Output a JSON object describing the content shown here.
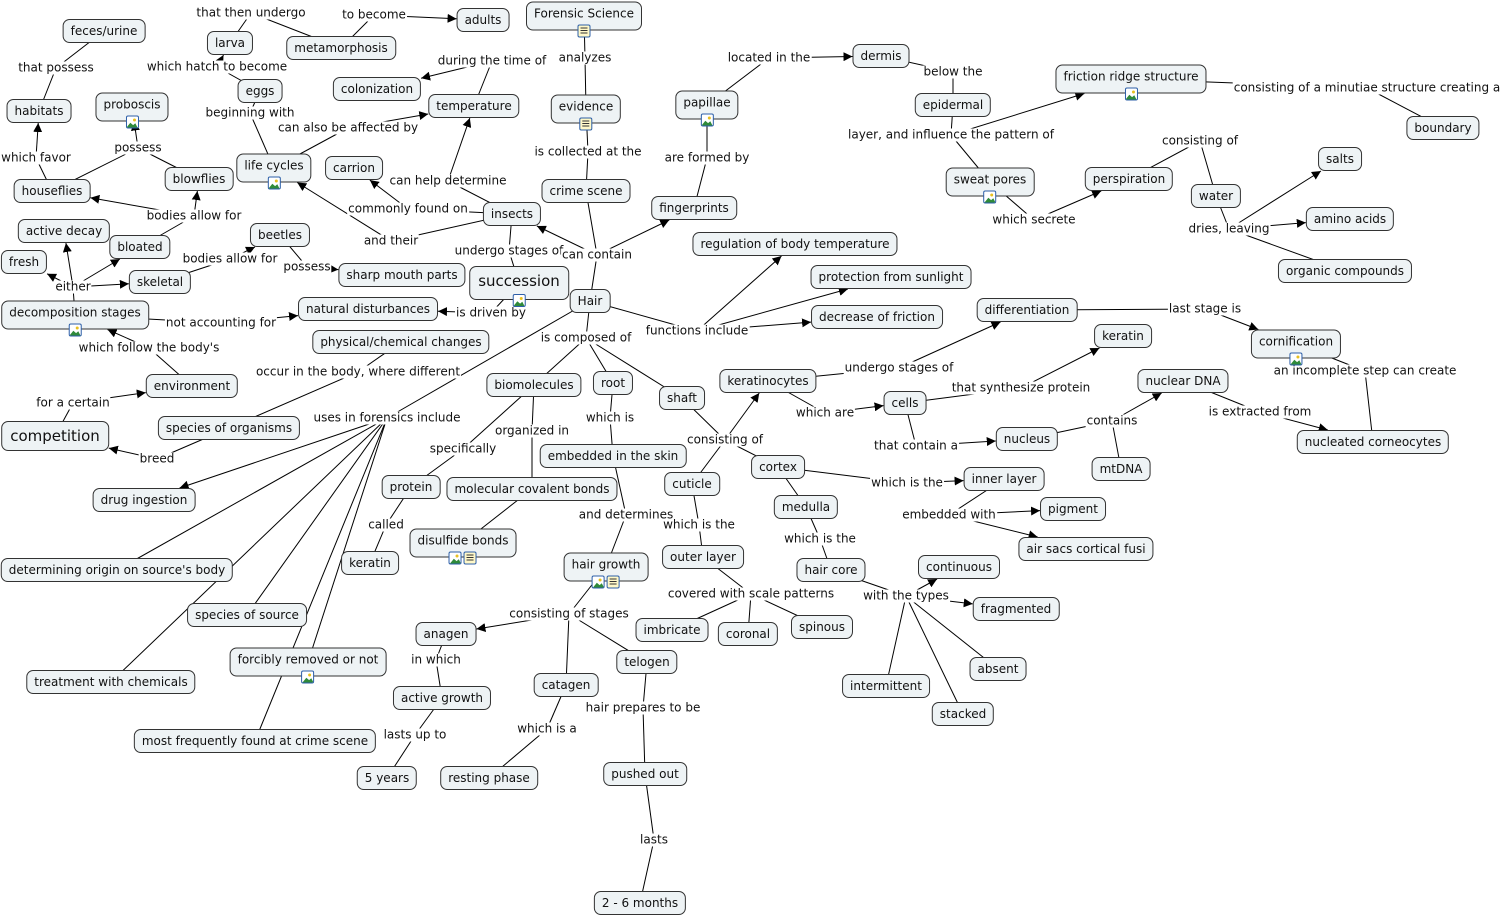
{
  "title": "Forensic Science - Hair concept map",
  "colors": {
    "node_fill": "#eef3f5",
    "node_border": "#333333",
    "line": "#000000",
    "icon_border": "#2d5fa8"
  },
  "nodes": {
    "feces": {
      "text": "feces/urine"
    },
    "larva": {
      "text": "larva"
    },
    "metamorphosis": {
      "text": "metamorphosis"
    },
    "adults": {
      "text": "adults"
    },
    "forensic": {
      "text": "Forensic Science",
      "icons": [
        "document-icon"
      ]
    },
    "habitats": {
      "text": "habitats"
    },
    "proboscis": {
      "text": "proboscis",
      "icons": [
        "image-icon"
      ]
    },
    "eggs": {
      "text": "eggs"
    },
    "colonization": {
      "text": "colonization"
    },
    "temperature": {
      "text": "temperature"
    },
    "evidence": {
      "text": "evidence",
      "icons": [
        "document-icon"
      ]
    },
    "papillae": {
      "text": "papillae",
      "icons": [
        "image-icon"
      ]
    },
    "dermis": {
      "text": "dermis"
    },
    "friction": {
      "text": "friction ridge structure",
      "icons": [
        "image-icon"
      ]
    },
    "boundary": {
      "text": "boundary"
    },
    "epidermal": {
      "text": "epidermal"
    },
    "houseflies": {
      "text": "houseflies"
    },
    "blowflies": {
      "text": "blowflies"
    },
    "lifecycles": {
      "text": "life cycles",
      "icons": [
        "image-icon"
      ]
    },
    "carrion": {
      "text": "carrion"
    },
    "insects": {
      "text": "insects"
    },
    "crimescene": {
      "text": "crime scene"
    },
    "fingerprints": {
      "text": "fingerprints"
    },
    "sweat": {
      "text": "sweat pores",
      "icons": [
        "image-icon"
      ]
    },
    "perspiration": {
      "text": "perspiration"
    },
    "water": {
      "text": "water"
    },
    "salts": {
      "text": "salts"
    },
    "amino": {
      "text": "amino acids"
    },
    "organic": {
      "text": "organic compounds"
    },
    "active": {
      "text": "active decay"
    },
    "bloated": {
      "text": "bloated"
    },
    "beetles": {
      "text": "beetles"
    },
    "fresh": {
      "text": "fresh"
    },
    "skeletal": {
      "text": "skeletal"
    },
    "sharp": {
      "text": "sharp mouth parts"
    },
    "succession": {
      "text": "succession",
      "icons": [
        "image-icon"
      ],
      "big": true
    },
    "hair": {
      "text": "Hair"
    },
    "regulation": {
      "text": "regulation of body temperature"
    },
    "protection": {
      "text": "protection from sunlight"
    },
    "decfriction": {
      "text": "decrease of friction"
    },
    "decomp": {
      "text": "decomposition stages",
      "icons": [
        "image-icon"
      ]
    },
    "natural": {
      "text": "natural disturbances"
    },
    "physchem": {
      "text": "physical/chemical changes"
    },
    "differentiation": {
      "text": "differentiation"
    },
    "keratin_b": {
      "text": "keratin"
    },
    "cornification": {
      "text": "cornification",
      "icons": [
        "image-icon"
      ]
    },
    "environment": {
      "text": "environment"
    },
    "biomolecules": {
      "text": "biomolecules"
    },
    "root": {
      "text": "root"
    },
    "shaft": {
      "text": "shaft"
    },
    "keratinocytes": {
      "text": "keratinocytes"
    },
    "cells": {
      "text": "cells"
    },
    "nuclear": {
      "text": "nuclear DNA"
    },
    "competition": {
      "text": "competition",
      "big": true
    },
    "species_org": {
      "text": "species of organisms"
    },
    "nucleus": {
      "text": "nucleus"
    },
    "nucleated": {
      "text": "nucleated corneocytes"
    },
    "embedded": {
      "text": "embedded in the skin"
    },
    "cortex": {
      "text": "cortex"
    },
    "mtdna": {
      "text": "mtDNA"
    },
    "inner": {
      "text": "inner layer"
    },
    "protein": {
      "text": "protein"
    },
    "molecular": {
      "text": "molecular covalent bonds"
    },
    "cuticle": {
      "text": "cuticle"
    },
    "drug": {
      "text": "drug ingestion"
    },
    "medulla": {
      "text": "medulla"
    },
    "pigment": {
      "text": "pigment"
    },
    "disulfide": {
      "text": "disulfide bonds",
      "icons": [
        "image-icon",
        "document-icon"
      ]
    },
    "airsacs": {
      "text": "air sacs cortical fusi"
    },
    "keratin_a": {
      "text": "keratin"
    },
    "hairgrowth": {
      "text": "hair growth",
      "icons": [
        "image-icon",
        "document-icon"
      ]
    },
    "outer": {
      "text": "outer layer"
    },
    "haircore": {
      "text": "hair core"
    },
    "continuous": {
      "text": "continuous"
    },
    "origin": {
      "text": "determining origin on source's body"
    },
    "species_src": {
      "text": "species of source"
    },
    "fragmented": {
      "text": "fragmented"
    },
    "anagen": {
      "text": "anagen"
    },
    "imbricate": {
      "text": "imbricate"
    },
    "coronal": {
      "text": "coronal"
    },
    "spinous": {
      "text": "spinous"
    },
    "forcibly": {
      "text": "forcibly removed or not",
      "icons": [
        "image-icon"
      ]
    },
    "telogen": {
      "text": "telogen"
    },
    "absent": {
      "text": "absent"
    },
    "treatment": {
      "text": "treatment with chemicals"
    },
    "catagen": {
      "text": "catagen"
    },
    "intermittent": {
      "text": "intermittent"
    },
    "activegrowth": {
      "text": "active growth"
    },
    "stacked": {
      "text": "stacked"
    },
    "mostfreq": {
      "text": "most frequently found at crime scene"
    },
    "fiveyears": {
      "text": "5 years"
    },
    "resting": {
      "text": "resting phase"
    },
    "pushed": {
      "text": "pushed out"
    },
    "months": {
      "text": "2 - 6 months"
    }
  },
  "labels": {
    "l_undergo": "that then undergo",
    "l_tobecome": "to become",
    "l_thatpossess": "that possess",
    "l_hatch": "which hatch to become",
    "l_analyzes": "analyzes",
    "l_located": "located in the",
    "l_below": "below the",
    "l_minutiae": "consisting of a minutiae structure creating a",
    "l_during": "during the time of",
    "l_beginning": "beginning with",
    "l_affected": "can also be affected by",
    "l_possess1": "possess",
    "l_whichfavor": "which favor",
    "l_layer": "layer, and influence the pattern of",
    "l_consisting1": "consisting of",
    "l_collected": "is collected at the",
    "l_formed": "are formed by",
    "l_helpdetermine": "can help determine",
    "l_commonly": "commonly found on",
    "l_bodies1": "bodies allow for",
    "l_secrete": "which secrete",
    "l_dries": "dries, leaving",
    "l_andtheir": "and their",
    "l_undergo1": "undergo stages of",
    "l_cancontain": "can contain",
    "l_bodies2": "bodies allow for",
    "l_possess2": "possess",
    "l_either": "either",
    "l_driven": "is driven by",
    "l_notaccount": "not accounting for",
    "l_functions": "functions include",
    "l_laststage": "last stage is",
    "l_composed": "is composed of",
    "l_follow": "which follow the body's",
    "l_occur": "occur in the body, where different",
    "l_undergo2": "undergo stages of",
    "l_incomplete": "an incomplete step can create",
    "l_synth": "that synthesize protein",
    "l_forcertain": "for a certain",
    "l_whichare": "which are",
    "l_extracted": "is extracted from",
    "l_uses": "uses in forensics include",
    "l_whichis": "which is",
    "l_contains": "contains",
    "l_organized": "organized in",
    "l_consisting2": "consisting of",
    "l_contain": "that contain a",
    "l_specifically": "specifically",
    "l_breed": "breed",
    "l_whichisthe2": "which is the",
    "l_determines": "and determines",
    "l_embedded": "embedded with",
    "l_called": "called",
    "l_whichisthe1": "which is the",
    "l_whichisthe3": "which is the",
    "l_covered": "covered with scale patterns",
    "l_types": "with the types",
    "l_stages": "consisting of stages",
    "l_inwhich": "in which",
    "l_prepares": "hair prepares to be",
    "l_whichisa": "which is a",
    "l_lasts": "lasts up to",
    "l_lasts2": "lasts"
  },
  "connections": [
    [
      "larva",
      "l_undergo",
      0
    ],
    [
      "l_undergo",
      "metamorphosis",
      0
    ],
    [
      "metamorphosis",
      "l_tobecome",
      0
    ],
    [
      "l_tobecome",
      "adults",
      1
    ],
    [
      "eggs",
      "l_hatch",
      0
    ],
    [
      "l_hatch",
      "larva",
      1
    ],
    [
      "habitats",
      "l_thatpossess",
      0
    ],
    [
      "l_thatpossess",
      "feces",
      0
    ],
    [
      "houseflies",
      "l_whichfavor",
      0
    ],
    [
      "l_whichfavor",
      "habitats",
      1
    ],
    [
      "houseflies",
      "l_possess1",
      0
    ],
    [
      "blowflies",
      "l_possess1",
      0
    ],
    [
      "l_possess1",
      "proboscis",
      1
    ],
    [
      "lifecycles",
      "l_beginning",
      0
    ],
    [
      "l_beginning",
      "eggs",
      0
    ],
    [
      "lifecycles",
      "l_affected",
      0
    ],
    [
      "l_affected",
      "temperature",
      1
    ],
    [
      "temperature",
      "l_during",
      0
    ],
    [
      "l_during",
      "colonization",
      1
    ],
    [
      "insects",
      "l_helpdetermine",
      0
    ],
    [
      "l_helpdetermine",
      "temperature",
      1
    ],
    [
      "insects",
      "l_commonly",
      0
    ],
    [
      "l_commonly",
      "carrion",
      1
    ],
    [
      "insects",
      "l_andtheir",
      0
    ],
    [
      "l_andtheir",
      "lifecycles",
      1
    ],
    [
      "bloated",
      "l_bodies1",
      0
    ],
    [
      "l_bodies1",
      "houseflies",
      1
    ],
    [
      "l_bodies1",
      "blowflies",
      1
    ],
    [
      "skeletal",
      "l_bodies2",
      0
    ],
    [
      "l_bodies2",
      "beetles",
      1
    ],
    [
      "beetles",
      "l_possess2",
      0
    ],
    [
      "l_possess2",
      "sharp",
      1
    ],
    [
      "insects",
      "l_undergo1",
      0
    ],
    [
      "l_undergo1",
      "succession",
      0
    ],
    [
      "succession",
      "l_driven",
      0
    ],
    [
      "l_driven",
      "natural",
      1
    ],
    [
      "decomp",
      "l_either",
      0
    ],
    [
      "l_either",
      "fresh",
      1
    ],
    [
      "l_either",
      "active",
      1
    ],
    [
      "l_either",
      "bloated",
      1
    ],
    [
      "l_either",
      "skeletal",
      1
    ],
    [
      "decomp",
      "l_notaccount",
      0
    ],
    [
      "l_notaccount",
      "natural",
      1
    ],
    [
      "environment",
      "l_follow",
      0
    ],
    [
      "l_follow",
      "decomp",
      1
    ],
    [
      "competition",
      "l_forcertain",
      0
    ],
    [
      "l_forcertain",
      "environment",
      1
    ],
    [
      "species_org",
      "l_breed",
      0
    ],
    [
      "l_breed",
      "competition",
      1
    ],
    [
      "physchem",
      "l_occur",
      0
    ],
    [
      "l_occur",
      "species_org",
      0
    ],
    [
      "forensic",
      "l_analyzes",
      0
    ],
    [
      "l_analyzes",
      "evidence",
      0
    ],
    [
      "evidence",
      "l_collected",
      0
    ],
    [
      "l_collected",
      "crimescene",
      0
    ],
    [
      "crimescene",
      "l_cancontain",
      0
    ],
    [
      "l_cancontain",
      "insects",
      1
    ],
    [
      "l_cancontain",
      "fingerprints",
      1
    ],
    [
      "l_cancontain",
      "hair",
      0
    ],
    [
      "fingerprints",
      "l_formed",
      0
    ],
    [
      "l_formed",
      "papillae",
      0
    ],
    [
      "papillae",
      "l_located",
      0
    ],
    [
      "l_located",
      "dermis",
      1
    ],
    [
      "dermis",
      "l_below",
      0
    ],
    [
      "l_below",
      "epidermal",
      0
    ],
    [
      "epidermal",
      "l_layer",
      0
    ],
    [
      "l_layer",
      "friction",
      1
    ],
    [
      "l_layer",
      "sweat",
      0
    ],
    [
      "friction",
      "l_minutiae",
      0
    ],
    [
      "l_minutiae",
      "boundary",
      0
    ],
    [
      "sweat",
      "l_secrete",
      0
    ],
    [
      "l_secrete",
      "perspiration",
      1
    ],
    [
      "perspiration",
      "l_consisting1",
      0
    ],
    [
      "l_consisting1",
      "water",
      0
    ],
    [
      "water",
      "l_dries",
      0
    ],
    [
      "l_dries",
      "salts",
      1
    ],
    [
      "l_dries",
      "amino",
      1
    ],
    [
      "l_dries",
      "organic",
      0
    ],
    [
      "hair",
      "l_functions",
      0
    ],
    [
      "l_functions",
      "regulation",
      1
    ],
    [
      "l_functions",
      "protection",
      1
    ],
    [
      "l_functions",
      "decfriction",
      1
    ],
    [
      "hair",
      "l_composed",
      0
    ],
    [
      "l_composed",
      "biomolecules",
      0
    ],
    [
      "l_composed",
      "root",
      0
    ],
    [
      "l_composed",
      "shaft",
      0
    ],
    [
      "hair",
      "l_uses",
      0
    ],
    [
      "l_uses",
      "drug",
      1
    ],
    [
      "l_uses",
      "origin",
      0
    ],
    [
      "l_uses",
      "species_src",
      0
    ],
    [
      "l_uses",
      "treatment",
      0
    ],
    [
      "l_uses",
      "forcibly",
      0
    ],
    [
      "l_uses",
      "mostfreq",
      0
    ],
    [
      "biomolecules",
      "l_specifically",
      0
    ],
    [
      "l_specifically",
      "protein",
      0
    ],
    [
      "protein",
      "l_called",
      0
    ],
    [
      "l_called",
      "keratin_a",
      0
    ],
    [
      "biomolecules",
      "l_organized",
      0
    ],
    [
      "l_organized",
      "molecular",
      0
    ],
    [
      "molecular",
      "disulfide",
      0
    ],
    [
      "root",
      "l_whichis",
      0
    ],
    [
      "l_whichis",
      "embedded",
      0
    ],
    [
      "embedded",
      "l_determines",
      0
    ],
    [
      "l_determines",
      "hairgrowth",
      0
    ],
    [
      "hairgrowth",
      "l_stages",
      0
    ],
    [
      "l_stages",
      "anagen",
      1
    ],
    [
      "l_stages",
      "catagen",
      0
    ],
    [
      "l_stages",
      "telogen",
      0
    ],
    [
      "anagen",
      "l_inwhich",
      0
    ],
    [
      "l_inwhich",
      "activegrowth",
      0
    ],
    [
      "activegrowth",
      "l_lasts",
      0
    ],
    [
      "l_lasts",
      "fiveyears",
      0
    ],
    [
      "catagen",
      "l_whichisa",
      0
    ],
    [
      "l_whichisa",
      "resting",
      0
    ],
    [
      "telogen",
      "l_prepares",
      0
    ],
    [
      "l_prepares",
      "pushed",
      0
    ],
    [
      "pushed",
      "l_lasts2",
      0
    ],
    [
      "l_lasts2",
      "months",
      0
    ],
    [
      "shaft",
      "l_consisting2",
      0
    ],
    [
      "l_consisting2",
      "keratinocytes",
      1
    ],
    [
      "l_consisting2",
      "cuticle",
      0
    ],
    [
      "l_consisting2",
      "cortex",
      0
    ],
    [
      "keratinocytes",
      "l_whichare",
      0
    ],
    [
      "l_whichare",
      "cells",
      1
    ],
    [
      "keratinocytes",
      "l_undergo2",
      0
    ],
    [
      "l_undergo2",
      "differentiation",
      1
    ],
    [
      "differentiation",
      "l_laststage",
      0
    ],
    [
      "l_laststage",
      "cornification",
      1
    ],
    [
      "cornification",
      "l_incomplete",
      0
    ],
    [
      "l_incomplete",
      "nucleated",
      0
    ],
    [
      "cells",
      "l_synth",
      0
    ],
    [
      "l_synth",
      "keratin_b",
      1
    ],
    [
      "cells",
      "l_contain",
      0
    ],
    [
      "l_contain",
      "nucleus",
      1
    ],
    [
      "nucleus",
      "l_contains",
      0
    ],
    [
      "l_contains",
      "nuclear",
      1
    ],
    [
      "l_contains",
      "mtdna",
      0
    ],
    [
      "nuclear",
      "l_extracted",
      0
    ],
    [
      "l_extracted",
      "nucleated",
      1
    ],
    [
      "cuticle",
      "l_whichisthe1",
      0
    ],
    [
      "l_whichisthe1",
      "outer",
      0
    ],
    [
      "outer",
      "l_covered",
      0
    ],
    [
      "l_covered",
      "imbricate",
      0
    ],
    [
      "l_covered",
      "coronal",
      0
    ],
    [
      "l_covered",
      "spinous",
      0
    ],
    [
      "cortex",
      "l_whichisthe2",
      0
    ],
    [
      "l_whichisthe2",
      "inner",
      1
    ],
    [
      "inner",
      "l_embedded",
      0
    ],
    [
      "l_embedded",
      "pigment",
      1
    ],
    [
      "l_embedded",
      "airsacs",
      1
    ],
    [
      "cortex",
      "medulla",
      0
    ],
    [
      "medulla",
      "l_whichisthe3",
      0
    ],
    [
      "l_whichisthe3",
      "haircore",
      0
    ],
    [
      "haircore",
      "l_types",
      0
    ],
    [
      "l_types",
      "continuous",
      1
    ],
    [
      "l_types",
      "fragmented",
      1
    ],
    [
      "l_types",
      "absent",
      0
    ],
    [
      "l_types",
      "stacked",
      0
    ],
    [
      "l_types",
      "intermittent",
      0
    ]
  ]
}
